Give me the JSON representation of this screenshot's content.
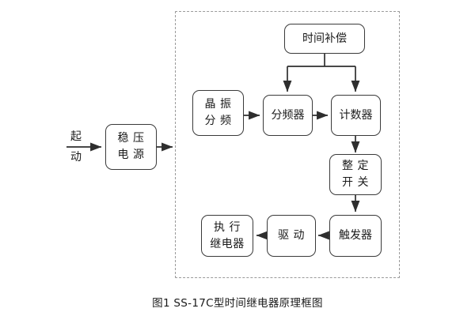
{
  "figure": {
    "caption": "图1  SS-17C型时间继电器原理框图",
    "enclosure_name": "dashed-module-boundary"
  },
  "signals": {
    "start_line1": "起",
    "start_line2": "动"
  },
  "blocks": {
    "power": {
      "line1": "稳 压",
      "line2": "电 源"
    },
    "crystal": {
      "line1": "晶 振",
      "line2": "分 频"
    },
    "divider": {
      "line1": "分频器"
    },
    "counter": {
      "line1": "计数器"
    },
    "time_compensation": {
      "line1": "时间补偿"
    },
    "setting_switch": {
      "line1": "整 定",
      "line2": "开 关"
    },
    "trigger": {
      "line1": "触发器"
    },
    "driver": {
      "line1": "驱 动"
    },
    "output_relay": {
      "line1": "执 行",
      "line2": "继电器"
    }
  },
  "colors": {
    "line": "#3a3a3a",
    "dashed_border": "#9a9a9a",
    "text": "#1a1a1a",
    "background": "#ffffff"
  }
}
